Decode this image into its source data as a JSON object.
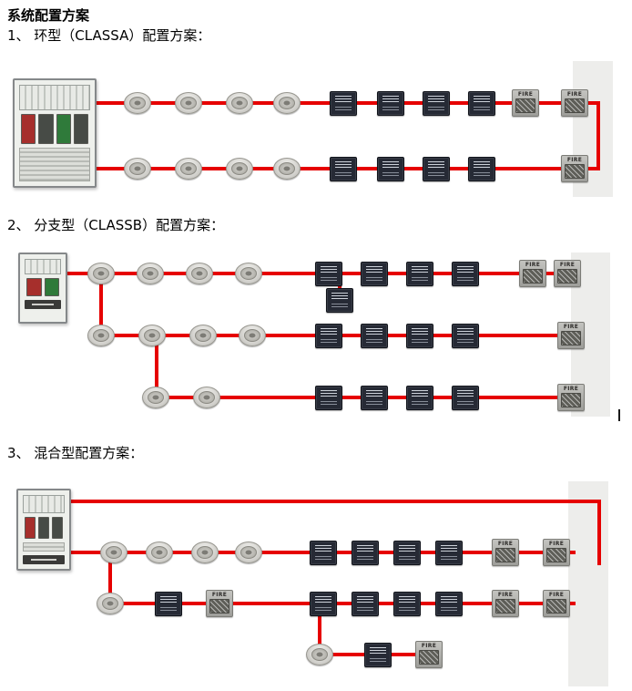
{
  "page": {
    "title": "系统配置方案"
  },
  "sections": [
    {
      "heading": "1、 环型（CLASSA）配置方案："
    },
    {
      "heading": "2、 分支型（CLASSB）配置方案："
    },
    {
      "heading": "3、 混合型配置方案："
    }
  ],
  "labels": {
    "fire": "FIRE"
  },
  "colors": {
    "wire_red": "#e60000",
    "module_body": "#262a35",
    "panel_gray": "#eef0ec",
    "margin_strip_gray": "#ededeb",
    "fire_box_gray": "#9d9d99"
  }
}
